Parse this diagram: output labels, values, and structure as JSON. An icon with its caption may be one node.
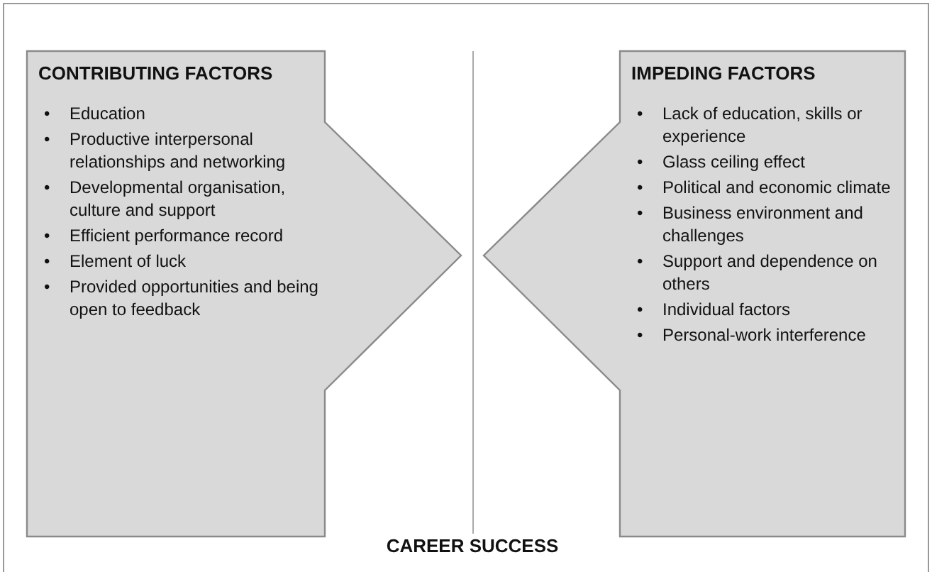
{
  "diagram": {
    "nodes": [
      {
        "text": [
          "CONTRIBUTING FACTORS",
          "• Education",
          "• Productive interpersonal relationships and networking",
          "• Developmental organisation, culture and support",
          "• Efficient performance record",
          "• Element of luck",
          "• Provided opportunities and being open to feedback"
        ]
      },
      {
        "text": [
          "IMPEDING FACTORS",
          "• Lack of education, skills or experience",
          "• Glass ceiling effect",
          "• Political and economic climate",
          "• Business environment and challenges",
          "• Support and dependence on others",
          "• Individual factors",
          "• Personal-work interference"
        ]
      }
    ],
    "labels": [
      "CAREER SUCCESS"
    ]
  }
}
